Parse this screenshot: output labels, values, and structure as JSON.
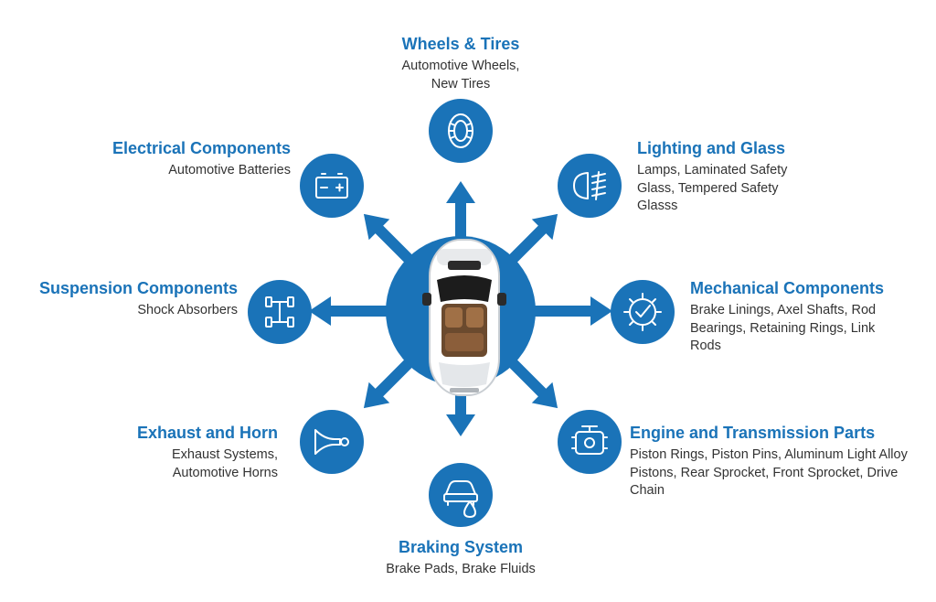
{
  "colors": {
    "accent": "#1a73b8",
    "circle": "#1a73b8",
    "text": "#333333"
  },
  "categories": [
    {
      "id": "wheels",
      "title": "Wheels & Tires",
      "desc": "Automotive Wheels, New Tires",
      "icon": "tire-icon"
    },
    {
      "id": "lighting",
      "title": "Lighting and Glass",
      "desc": "Lamps, Laminated Safety Glass, Tempered Safety Glasss",
      "icon": "headlight-icon"
    },
    {
      "id": "mechanical",
      "title": "Mechanical Components",
      "desc": "Brake Linings, Axel Shafts, Rod Bearings, Retaining Rings, Link Rods",
      "icon": "gear-check-icon"
    },
    {
      "id": "engine",
      "title": "Engine and Transmission Parts",
      "desc": "Piston Rings, Piston Pins, Aluminum Light Alloy Pistons, Rear Sprocket, Front Sprocket, Drive Chain",
      "icon": "engine-icon"
    },
    {
      "id": "braking",
      "title": "Braking System",
      "desc": "Brake Pads, Brake Fluids",
      "icon": "car-fluid-icon"
    },
    {
      "id": "exhaust",
      "title": "Exhaust and Horn",
      "desc": "Exhaust Systems, Automotive Horns",
      "icon": "horn-icon"
    },
    {
      "id": "suspension",
      "title": "Suspension Components",
      "desc": "Shock Absorbers",
      "icon": "chassis-icon"
    },
    {
      "id": "electrical",
      "title": "Electrical Components",
      "desc": "Automotive Batteries",
      "icon": "battery-icon"
    }
  ]
}
